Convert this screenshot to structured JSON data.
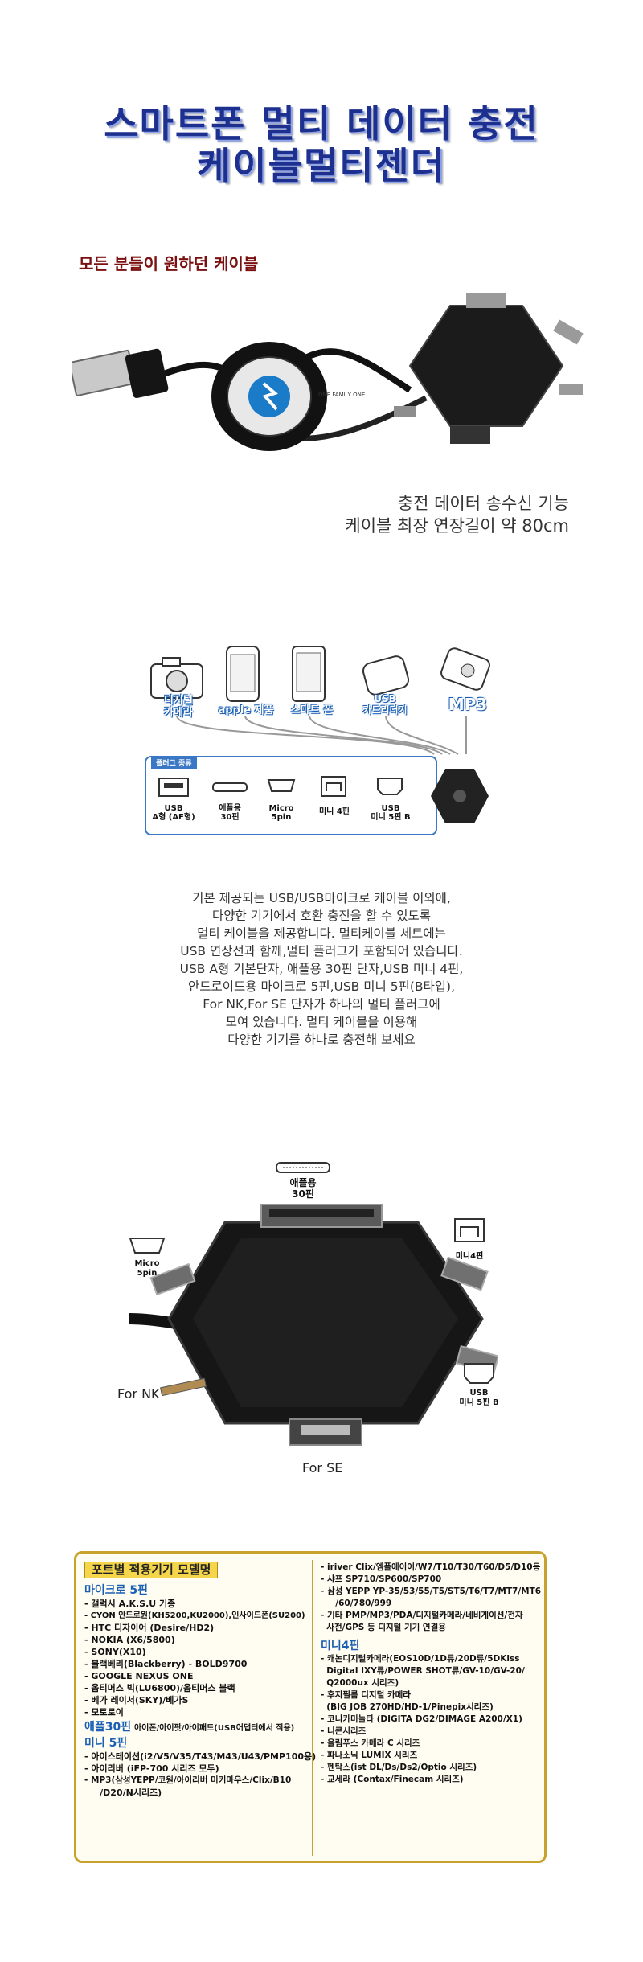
{
  "title": {
    "line1": "스마트폰 멀티 데이터 충전",
    "line2": "케이블멀티젠더"
  },
  "subhead": "모든 분들이 원하던 케이블",
  "reel_label": "ONE FAMILY ONE",
  "features": [
    "충전 데이터 송수신 기능",
    "케이블 최장 연장길이 약 80cm"
  ],
  "devices": {
    "camera": "디지털\n카메라",
    "apple": "apple 제품",
    "smartphone": "스마트 폰",
    "usb_reader": "USB\n카드리더기",
    "mp3": "MP3"
  },
  "plug_types": {
    "header": "플러그 종류",
    "items": [
      "USB\nA형 (AF형)",
      "애플용\n30핀",
      "Micro\n5pin",
      "미니 4핀",
      "USB\n미니 5핀 B"
    ]
  },
  "description": [
    "기본 제공되는 USB/USB마이크로 케이블 이외에,",
    "다양한 기기에서 호환 충전을 할 수 있도록",
    "멀티 케이블을 제공합니다. 멀티케이블 세트에는",
    "USB 연장선과 함께,멀티 플러그가 포함되어 있습니다.",
    "USB A형 기본단자, 애플용 30핀 단자,USB 미니 4핀,",
    "안드로이드용 마이크로 5핀,USB 미니 5핀(B타입),",
    "For NK,For SE 단자가 하나의 멀티 플러그에",
    "모여 있습니다. 멀티 케이블을 이용해",
    "다양한 기기를 하나로 충전해 보세요"
  ],
  "connector_labels": {
    "apple30": "애플용\n30핀",
    "micro5": "Micro\n5pin",
    "mini4": "미니4핀",
    "mini5b": "USB\n미니 5핀 B",
    "nk": "For NK",
    "se": "For SE"
  },
  "models": {
    "header": "포트별 적용기기 모델명",
    "left": [
      {
        "section": "마이크로 5핀",
        "items": [
          "- 갤럭시 A.K.S.U 기종",
          "- CYON 안드로원(KH5200,KU2000),인사이드폰(SU200)",
          "- HTC 디자이어 (Desire/HD2)",
          "- NOKIA (X6/5800)",
          "- SONY(X10)",
          "- 블랙베리(Blackberry) - BOLD9700",
          "- GOOGLE NEXUS ONE",
          "- 옵티머스 빅(LU6800)/옵티머스 블랙",
          "- 베가 레이서(SKY)/베가S",
          "- 모토로이"
        ]
      },
      {
        "section": "애플30핀",
        "inline": "아이폰/아이팟/아이패드(USB어댑터에서 적용)",
        "items": []
      },
      {
        "section": "미니 5핀",
        "items": [
          "- 아이스테이션(i2/V5/V35/T43/M43/U43/PMP100용)",
          "- 아이리버 (iFP-700 시리즈 모두)",
          "- MP3(삼성YEPP/코원/아이리버 미키마우스/Clix/B10",
          "     /D20/N시리즈)"
        ]
      }
    ],
    "right": [
      {
        "section": "",
        "items": [
          "- iriver Clix/엠플에이어/W7/T10/T30/T60/D5/D10등",
          "- 샤프 SP710/SP600/SP700",
          "- 삼성 YEPP YP-35/53/55/T5/ST5/T6/T7/MT7/MT6",
          "     /60/780/999",
          "- 기타 PMP/MP3/PDA/디지털카메라/네비게이션/전자",
          "  사전/GPS 등 디지털 기기 연결용"
        ]
      },
      {
        "section": "미니4핀",
        "items": [
          "- 캐논디지털카메라(EOS10D/1D류/20D류/5DKiss",
          "  Digital IXY류/POWER SHOT류/GV-10/GV-20/",
          "  Q2000ux 시리즈)",
          "- 후지필름 디지털 카메라",
          "  (BIG JOB 270HD/HD-1/Pinepix시리즈)",
          "- 코니카미놀타 (DIGITA DG2/DIMAGE A200/X1)",
          "- 니콘시리즈",
          "- 올림푸스 카메라 C 시리즈",
          "- 파나소닉 LUMIX 시리즈",
          "- 펜탁스(ist DL/Ds/Ds2/Optio 시리즈)",
          "- 교세라 (Contax/Finecam 시리즈)"
        ]
      }
    ]
  }
}
